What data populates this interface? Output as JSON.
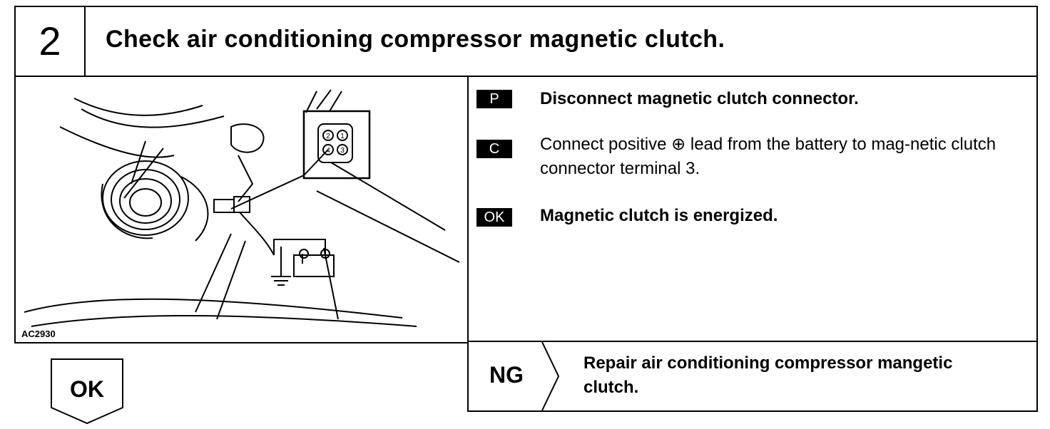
{
  "step": {
    "number": "2",
    "title": "Check air conditioning compressor magnetic clutch."
  },
  "figure": {
    "code": "AC2930",
    "connector_terminals": [
      "2",
      "1",
      "4",
      "3"
    ]
  },
  "instructions": [
    {
      "badge": "P",
      "text": "Disconnect magnetic clutch connector."
    },
    {
      "badge": "C",
      "text": "Connect positive ⊕ lead from the battery to mag-netic clutch connector terminal 3."
    },
    {
      "badge": "OK",
      "text": "Magnetic clutch is energized."
    }
  ],
  "ng": {
    "label": "NG",
    "text": "Repair air conditioning compressor mangetic clutch."
  },
  "ok": {
    "label": "OK"
  }
}
